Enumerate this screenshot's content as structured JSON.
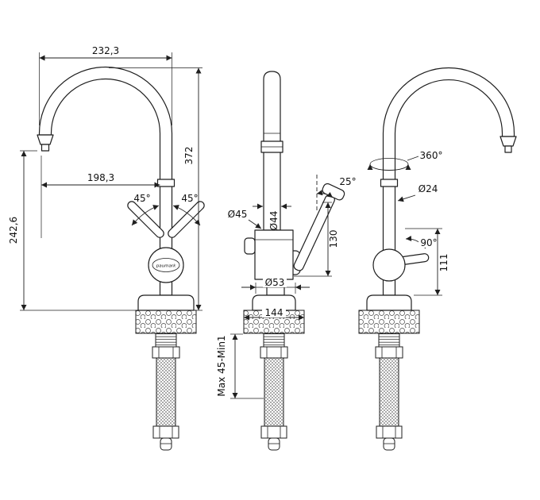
{
  "drawing": {
    "brand": "paumark",
    "front": {
      "top_width": "232,3",
      "spout_reach": "198,3",
      "total_height": "372",
      "spout_height": "242,6",
      "left_handle_angle": "45°",
      "right_handle_angle": "45°"
    },
    "side": {
      "lever_angle": "25°",
      "body_diameter": "Ø45",
      "cartridge_diameter": "Ø44",
      "lever_height": "130",
      "base_diameter": "Ø53",
      "base_width": "144",
      "mounting_range": "Max 45-Min1"
    },
    "rear": {
      "swivel_angle": "360°",
      "spout_diameter": "Ø24",
      "handle_angle": "90°",
      "body_height": "111"
    }
  }
}
